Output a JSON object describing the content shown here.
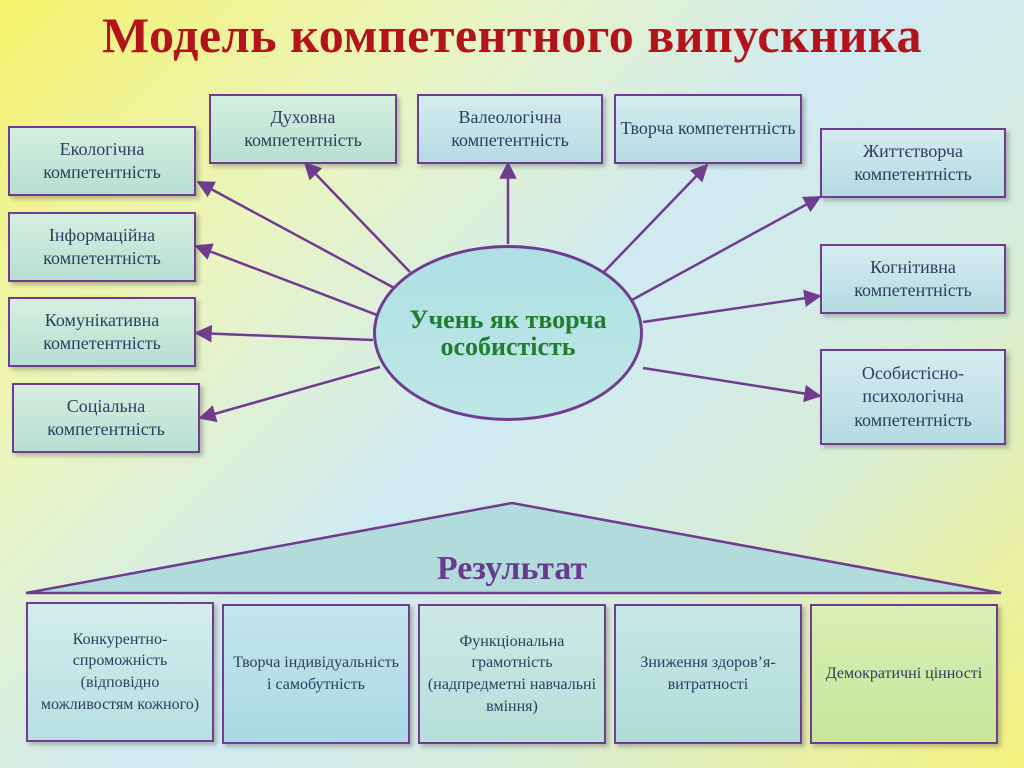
{
  "title": "Модель компетентного випускника",
  "center": "Учень як творча особистість",
  "competencies": {
    "ecological": "Екологічна компетентність",
    "spiritual": "Духовна компетентність",
    "valeological": "Валеологічна компетентність",
    "creative": "Творча компетентність",
    "life_creative": "Життєтворча компетентність",
    "informational": "Інформаційна компетентність",
    "cognitive": "Когнітивна компетентність",
    "communicative": "Комунікативна компетентність",
    "social": "Соціальна компетентність",
    "personal": "Особистісно-психологічна компетентність"
  },
  "result_label": "Результат",
  "results": [
    "Конкурентно-спроможність (відповідно можливостям кожного)",
    "Творча індивідуальність і самобутність",
    "Функціональна грамотність (надпредметні навчальні вміння)",
    "Зниження здоров’я-витратності",
    "Демократичні цінності"
  ],
  "colors": {
    "title": "#b3141b",
    "border": "#6f3c8f",
    "center_text": "#1f7f2f",
    "box_text": "#2a3e5e",
    "result_label": "#6a3a8f"
  }
}
